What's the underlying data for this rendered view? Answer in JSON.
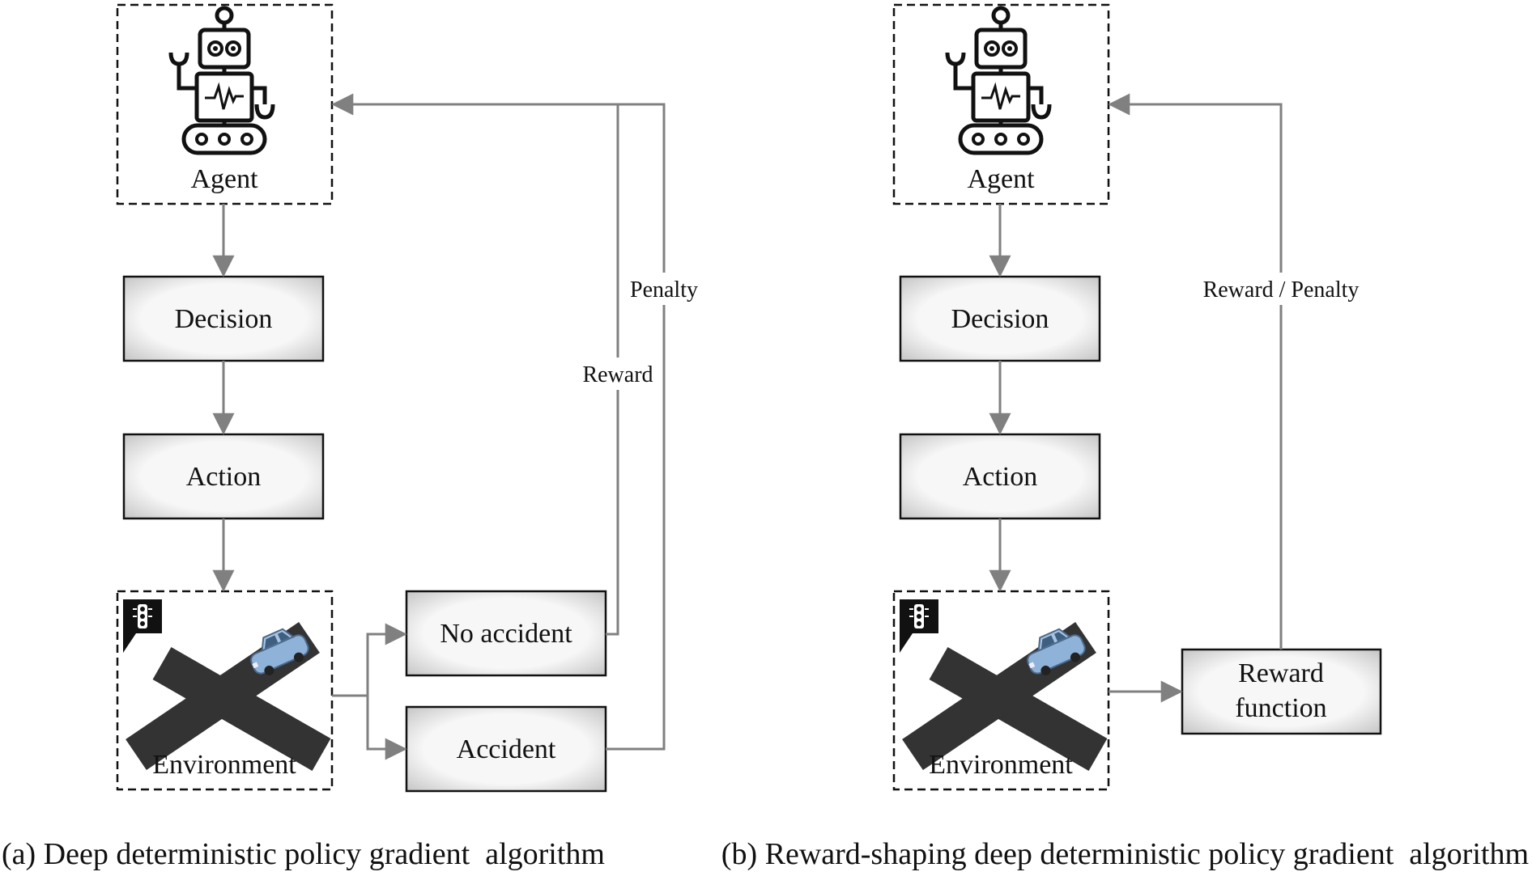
{
  "panel_a": {
    "agent_label": "Agent",
    "decision_label": "Decision",
    "action_label": "Action",
    "environment_label": "Environment",
    "no_accident_label": "No accident",
    "accident_label": "Accident",
    "reward_edge_label": "Reward",
    "penalty_edge_label": "Penalty",
    "caption": "(a) Deep deterministic policy gradient  algorithm"
  },
  "panel_b": {
    "agent_label": "Agent",
    "decision_label": "Decision",
    "action_label": "Action",
    "environment_label": "Environment",
    "reward_function_line1": "Reward",
    "reward_function_line2": "function",
    "reward_penalty_edge_label": "Reward / Penalty",
    "caption": "(b) Reward-shaping deep deterministic policy gradient  algorithm"
  },
  "colors": {
    "arrow": "#808080",
    "box_border": "#1a1a1a",
    "box_fill_center": "#f7f7f7",
    "box_fill_edge": "#c4c4c4",
    "road": "#333333",
    "car": "#8fb2d8"
  },
  "icons": [
    "robot-icon",
    "traffic-light-icon",
    "intersection-icon",
    "car-icon"
  ]
}
